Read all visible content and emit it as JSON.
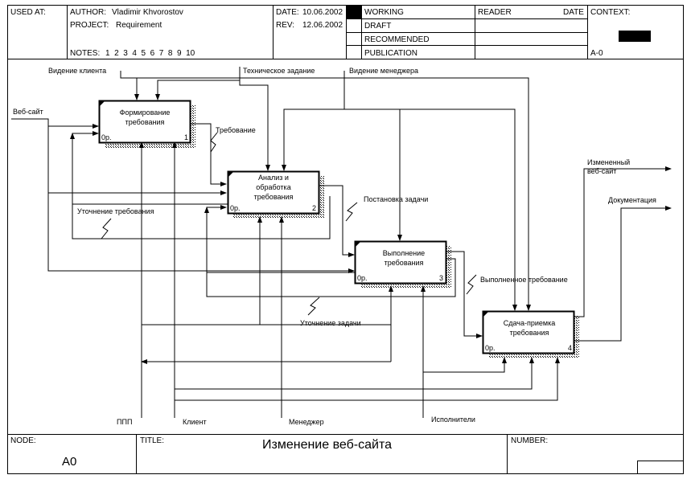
{
  "header": {
    "used_at_label": "USED AT:",
    "author_label": "AUTHOR:",
    "author": "Vladimir Khvorostov",
    "project_label": "PROJECT:",
    "project": "Requirement",
    "notes_label": "NOTES:",
    "notes": "1  2  3  4  5  6  7  8  9  10",
    "date_label": "DATE:",
    "date": "10.06.2002",
    "rev_label": "REV:",
    "rev": "12.06.2002",
    "status": [
      "WORKING",
      "DRAFT",
      "RECOMMENDED",
      "PUBLICATION"
    ],
    "reader_label": "READER",
    "reader_date_label": "DATE",
    "context_label": "CONTEXT:",
    "context_node": "A-0"
  },
  "boxes": [
    {
      "lines": [
        "Формирование",
        "требования"
      ],
      "ref": "0р.",
      "num": "1"
    },
    {
      "lines": [
        "Анализ и",
        "обработка",
        "требования"
      ],
      "ref": "0р.",
      "num": "2"
    },
    {
      "lines": [
        "Выполнение",
        "требования"
      ],
      "ref": "0р.",
      "num": "3"
    },
    {
      "lines": [
        "Сдача-приемка",
        "требования"
      ],
      "ref": "0р.",
      "num": "4"
    }
  ],
  "arrows": {
    "client_view": "Видение клиента",
    "tech_task": "Техническое задание",
    "manager_view": "Видение менеджера",
    "website": "Веб-сайт",
    "requirement": "Требование",
    "changed_site_1": "Измененный",
    "changed_site_2": "веб-сайт",
    "documentation": "Документация",
    "task_setting": "Постановка задачи",
    "req_clarification": "Уточнение требования",
    "done_req": "Выполненное требование",
    "task_clarification": "Уточнение задачи",
    "ppp": "ППП",
    "client": "Клиент",
    "manager": "Менеджер",
    "executors": "Исполнители"
  },
  "footer": {
    "node_label": "NODE:",
    "node": "A0",
    "title_label": "TITLE:",
    "title": "Изменение веб-сайта",
    "number_label": "NUMBER:"
  }
}
